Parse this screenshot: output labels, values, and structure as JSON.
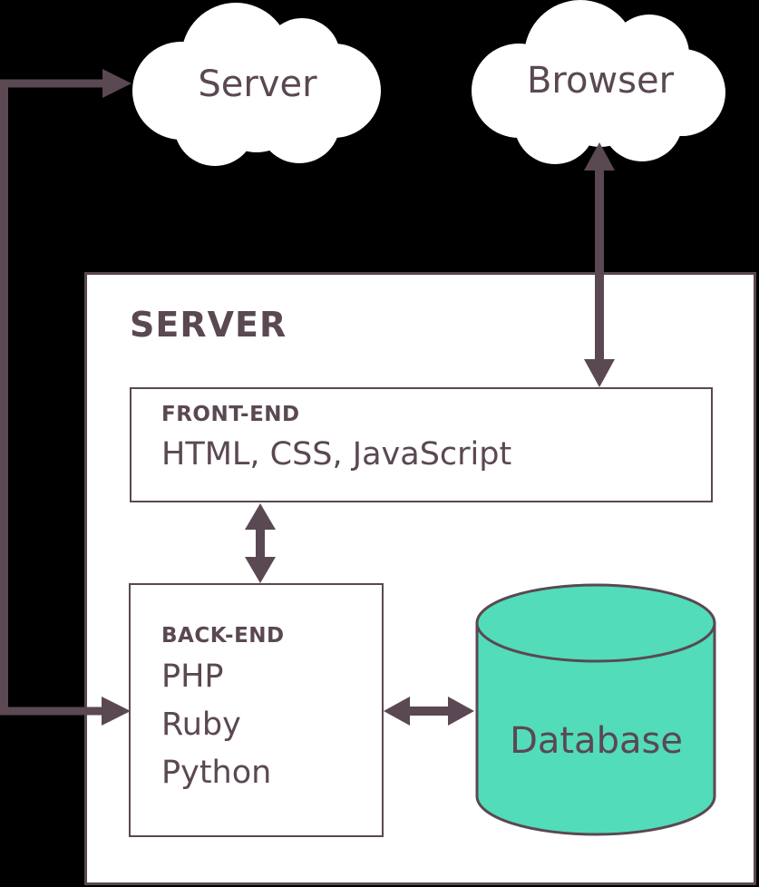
{
  "colors": {
    "line": "#5a4852",
    "teal": "#52dcb9",
    "surface": "#ffffff",
    "background": "#000000"
  },
  "clouds": {
    "server": {
      "label": "Server"
    },
    "browser": {
      "label": "Browser"
    }
  },
  "server_box": {
    "title": "SERVER"
  },
  "front_end": {
    "title": "FRONT-END",
    "technologies": "HTML, CSS, JavaScript"
  },
  "back_end": {
    "title": "BACK-END",
    "tech": [
      "PHP",
      "Ruby",
      "Python"
    ]
  },
  "database": {
    "label": "Database"
  }
}
